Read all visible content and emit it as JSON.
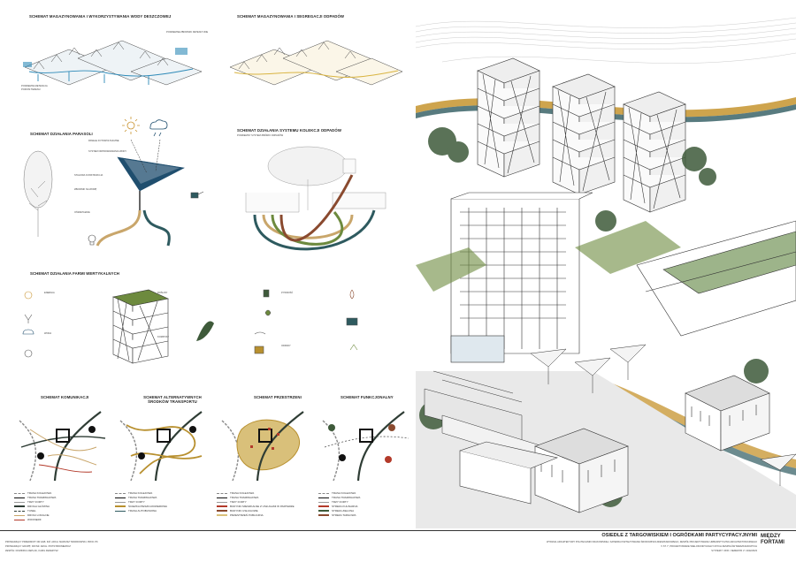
{
  "sections": {
    "rainwater": {
      "title": "SCHEMAT MAGAZYNOWANIA I WYKORZYSTYWANIA WODY DESZCZOWEJ",
      "labels": [
        "PODZIEMNE ZBIORNIKI RETENCYJNE",
        "PODZIEMNA RETENCJA",
        "POZIOM TERENU"
      ]
    },
    "waste": {
      "title": "SCHEMAT MAGAZYNOWANIA I SEGREGACJI ODPADÓW"
    },
    "parasol": {
      "title": "SCHEMAT DZIAŁANIA PARASOLI",
      "labels": [
        "PANELE FOTOWOLTAICZNE",
        "SYSTEM ODPROWADZANIA WODY",
        "STALOWA KONSTRUKCJA",
        "ZBIORNIK NA WODĘ",
        "OŚWIETLENIE"
      ]
    },
    "collection": {
      "title": "SCHEMAT DZIAŁANIA SYSTEMU KOLEKCJI ODPADÓW",
      "subtitle": "PODZIEMNY SYSTEM ZBIÓRKI ODPADÓW"
    },
    "vertical_farm": {
      "title": "SCHEMAT DZIAŁANIA FARMI WERTYKALNYCH",
      "labels": [
        "ENERGIA",
        "WODA",
        "ROŚLINY",
        "KOMPOST",
        "ŻYWNOŚĆ",
        "ODPADY"
      ]
    }
  },
  "maps": [
    {
      "title": "SCHEMAT KOMUNIKACJI"
    },
    {
      "title": "SCHEMAT ALTERNATYWNYCH ŚRODKÓW TRANSPORTU"
    },
    {
      "title": "SCHEMAT PRZESTRZENI"
    },
    {
      "title": "SCHEMAT FUNKCJONALNY"
    }
  ],
  "legends": [
    {
      "items": [
        "TRASA KOLEJOWA",
        "TRASA TRAMWAJOWA",
        "TRZY FORTY",
        "DROGA GŁÓWNA",
        "TUNEL",
        "DROGI LOKALNE",
        "WOONERF"
      ]
    },
    {
      "items": [
        "TRASA KOLEJOWA",
        "TRASA TRAMWAJOWA",
        "TRZY FORTY",
        "ŚCIEŻKA PIESZO-ROWEROWA",
        "TRASA AUTOBUSOWA"
      ]
    },
    {
      "items": [
        "TRASA KOLEJOWA",
        "TRASA TRAMWAJOWA",
        "TRZY FORTY",
        "BUDYNKI MIESZKALNE Z USŁUGAMI W PARTERZE",
        "BUDYNKI USŁUGOWE",
        "PRZESTRZEŃ PUBLICZNA"
      ]
    },
    {
      "items": [
        "TRASA KOLEJOWA",
        "TRASA TRAMWAJOWA",
        "TRZY FORTY",
        "STREFA KULINARNA",
        "STREFA ZIELONA",
        "STREFA TARGOWA"
      ]
    }
  ],
  "colors": {
    "rail": "#888888",
    "tram": "#111111",
    "fort": "#999999",
    "main_road": "#2f3d35",
    "local": "#c9a66b",
    "ochre": "#b8902f",
    "teal": "#2e5a5f",
    "green": "#3e5a3a",
    "brown": "#8a4a2f",
    "panel_blue": "#1f4e6e",
    "accent_yellow": "#d9b441",
    "accent_red": "#b33a2a"
  },
  "footer": {
    "title": "OSIEDLE Z TARGOWISKIEM I OGRÓDKAMI PARTYCYPACYJNYMI",
    "institution": "WYDZIAŁ ARCHITEKTURY POLITECHNIKI KRAKOWSKIEJ, KATEDRA KSZTAŁTOWANIA ŚRODOWISKA MIESZKANIOWEGO, ZESPÓŁ PROJEKTOWANIA URBANISTYCZNO-ARCHITEKTONICZNEGO",
    "course": "V ST. I°, PROJEKTOWANIE WIELOKONDYGNACYJNYCH ZESPOŁÓW MIESZKANIOWYCH",
    "date": "SYSTEMY I ROK / SEMESTR V / 2022/2023",
    "left_line1": "PROWADZĄCY PRZEDMIOT: DR HAB. INŻ. ARCH. MARIUSZ TWARDOWSKI, PROF. PK",
    "left_line2": "PROWADZĄCY GRUPĘ: DR INŻ. ARCH. PIOTR BRONIEWICZ",
    "left_line3": "ZESPÓŁ: DOMINIKA CIEPLAK, KAMIL FEDERYSZ",
    "logo_line1": "MIĘDZY",
    "logo_line2": "FORTAMI"
  }
}
